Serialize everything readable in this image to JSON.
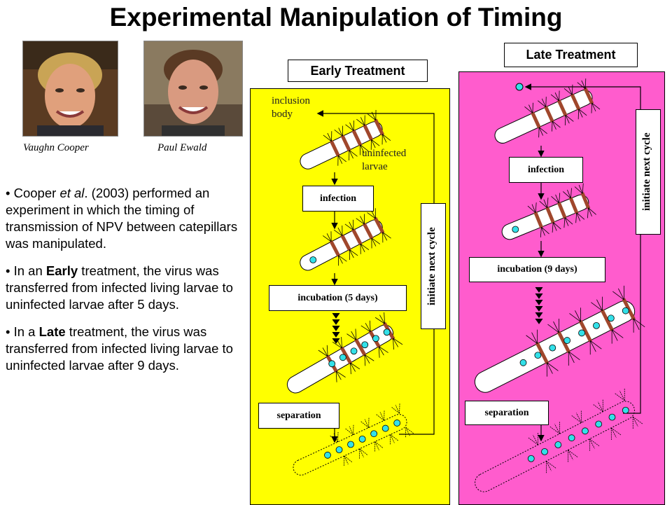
{
  "title": "Experimental Manipulation of Timing",
  "people": [
    {
      "name": "Vaughn Cooper"
    },
    {
      "name": "Paul Ewald"
    }
  ],
  "bullets": [
    {
      "parts": [
        "• Cooper ",
        "et al",
        ". (2003) performed an experiment in which the timing of transmission of NPV between catepillars was manipulated."
      ]
    },
    {
      "parts": [
        "• In an ",
        "Early",
        " treatment, the virus was transferred from infected living larvae to uninfected larvae after 5 days."
      ]
    },
    {
      "parts": [
        "• In a ",
        "Late",
        " treatment, the virus was transferred from infected living larvae to uninfected larvae after 9 days."
      ]
    }
  ],
  "early": {
    "heading": "Early Treatment",
    "inclusion_label": "inclusion body",
    "uninfected_label": "uninfected larvae",
    "infection": "infection",
    "incubation": "incubation (5 days)",
    "separation": "separation",
    "cycle": "initiate next cycle"
  },
  "late": {
    "heading": "Late Treatment",
    "infection": "infection",
    "incubation": "incubation (9 days)",
    "separation": "separation",
    "cycle": "initiate next cycle"
  },
  "colors": {
    "early_panel": "#ffff00",
    "late_panel": "#ff5ccd",
    "band": "#a0472c",
    "virus": "#33e0e8"
  }
}
